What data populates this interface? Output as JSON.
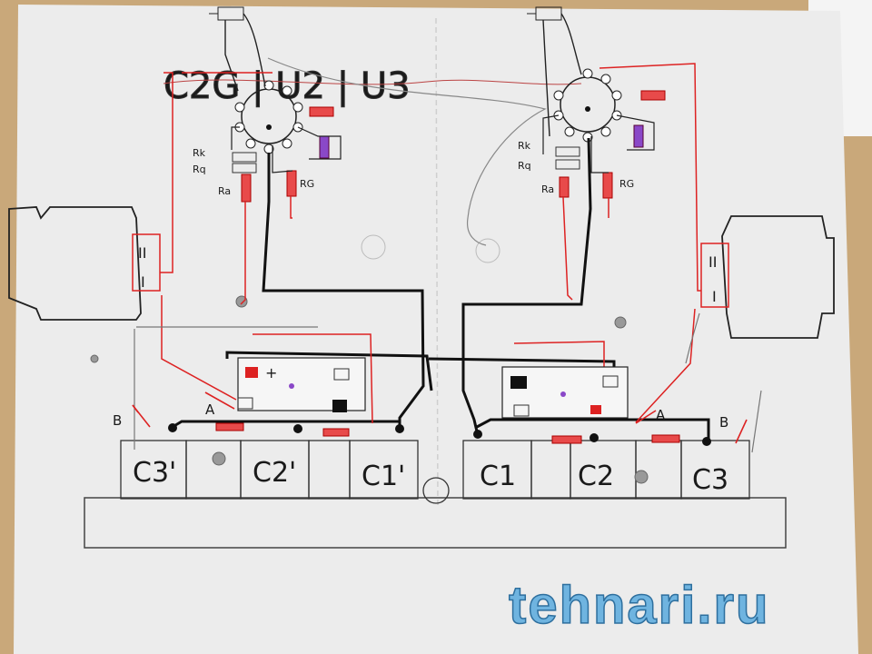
{
  "heading_scribble": "C2G | U2 | U3",
  "resistor_labels": {
    "left": {
      "rk": "Rk",
      "rq": "Rq",
      "ra": "Ra",
      "rg": "RG"
    },
    "right": {
      "rk": "Rk",
      "rq": "Rq",
      "ra": "Ra",
      "rg": "RG"
    }
  },
  "transformer_labels": {
    "left": {
      "primary": "II",
      "secondary": "I"
    },
    "right": {
      "primary": "II",
      "secondary": "I"
    }
  },
  "switch_labels": {
    "left_b": "B",
    "left_a": "A",
    "right_a": "A",
    "right_b": "B"
  },
  "capacitors": {
    "c3p": "C3'",
    "c2p": "C2'",
    "c1p": "C1'",
    "c1": "C1",
    "c2": "C2",
    "c3": "C3"
  },
  "watermark": "tehnari.ru",
  "colors": {
    "paper": "#eeeeee",
    "wire_red": "#d22",
    "wire_black": "#111",
    "resistor": "#e84a4a",
    "capacitor_violet": "#8a48c8",
    "watermark": "#6fb4e0"
  }
}
